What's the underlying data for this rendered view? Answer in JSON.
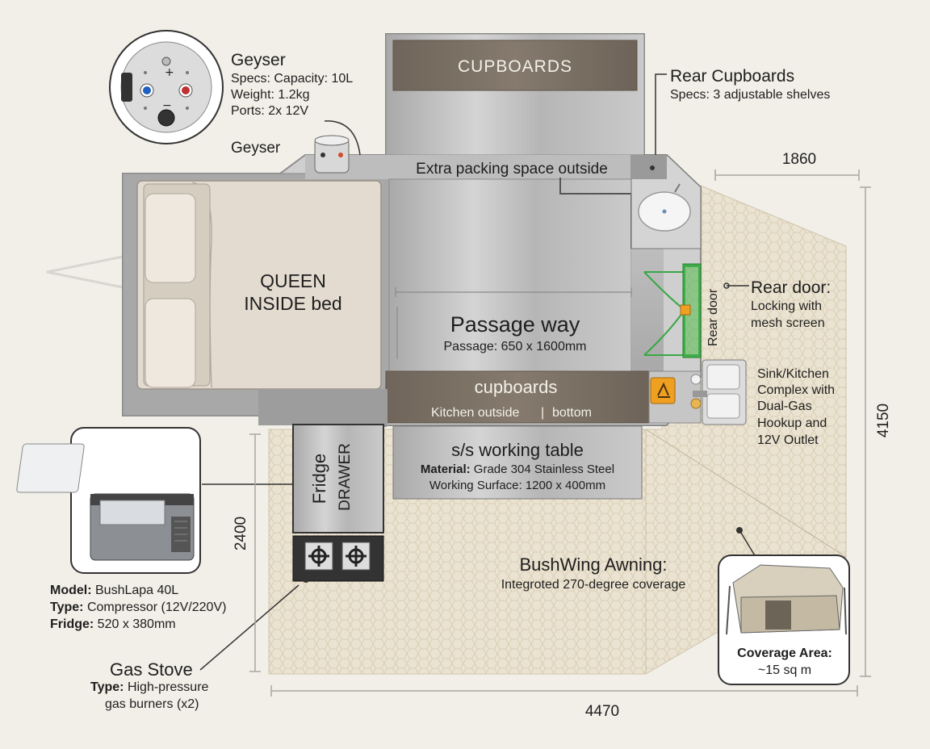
{
  "dimensions": {
    "top": "1860",
    "right": "4150",
    "bottom": "4470",
    "left": "2400"
  },
  "geyser": {
    "title": "Geyser",
    "specs_line1": "Specs: Capacity: 10L",
    "specs_line2": "Weight: 1.2kg",
    "specs_line3": "Ports: 2x 12V",
    "small_label": "Geyser"
  },
  "rear_cupboards": {
    "title": "Rear Cupboards",
    "specs": "Specs: 3 adjustable shelves"
  },
  "cupboards_top": "CUPBOARDS",
  "extra_packing": "Extra packing space outside",
  "bed": {
    "line1": "QUEEN",
    "line2": "INSIDE bed"
  },
  "passage": {
    "title": "Passage way",
    "sub": "Passage: 650 x 1600mm"
  },
  "cupboards_mid": {
    "title": "cupboards",
    "sub_left": "Kitchen outside",
    "sub_sep": "|",
    "sub_right": "bottom"
  },
  "rear_door": {
    "vertical": "Rear door",
    "title": "Rear door:",
    "line1": "Locking with",
    "line2": "mesh screen"
  },
  "sink": {
    "line1": "Sink/Kitchen",
    "line2": "Complex with",
    "line3": "Dual-Gas",
    "line4": "Hookup and",
    "line5": "12V Outlet"
  },
  "working_table": {
    "title": "s/s working table",
    "material_label": "Material:",
    "material_value": "Grade 304 Stainless Steel",
    "surface": "Working Surface: 1200 x 400mm"
  },
  "fridge": {
    "drawer_line1": "Fridge",
    "drawer_line2": "DRAWER",
    "model_label": "Model:",
    "model_value": "BushLapa 40L",
    "type_label": "Type:",
    "type_value": "Compressor (12V/220V)",
    "size_label": "Fridge:",
    "size_value": "520 x 380mm"
  },
  "stove": {
    "title": "Gas Stove",
    "type_label": "Type:",
    "type_value": "High-pressure",
    "type_value2": "gas burners (x2)"
  },
  "awning": {
    "title": "BushWing Awning:",
    "sub": "Integroted 270-degree coverage",
    "coverage_title": "Coverage Area:",
    "coverage_value": "~15 sq m"
  },
  "colors": {
    "steel": "#bcbcbc",
    "wood": "#7d7266",
    "bed": "#e3dbd0",
    "awning": "#ebe2cf",
    "door": "#39a845",
    "icon_orange": "#f0a020"
  }
}
